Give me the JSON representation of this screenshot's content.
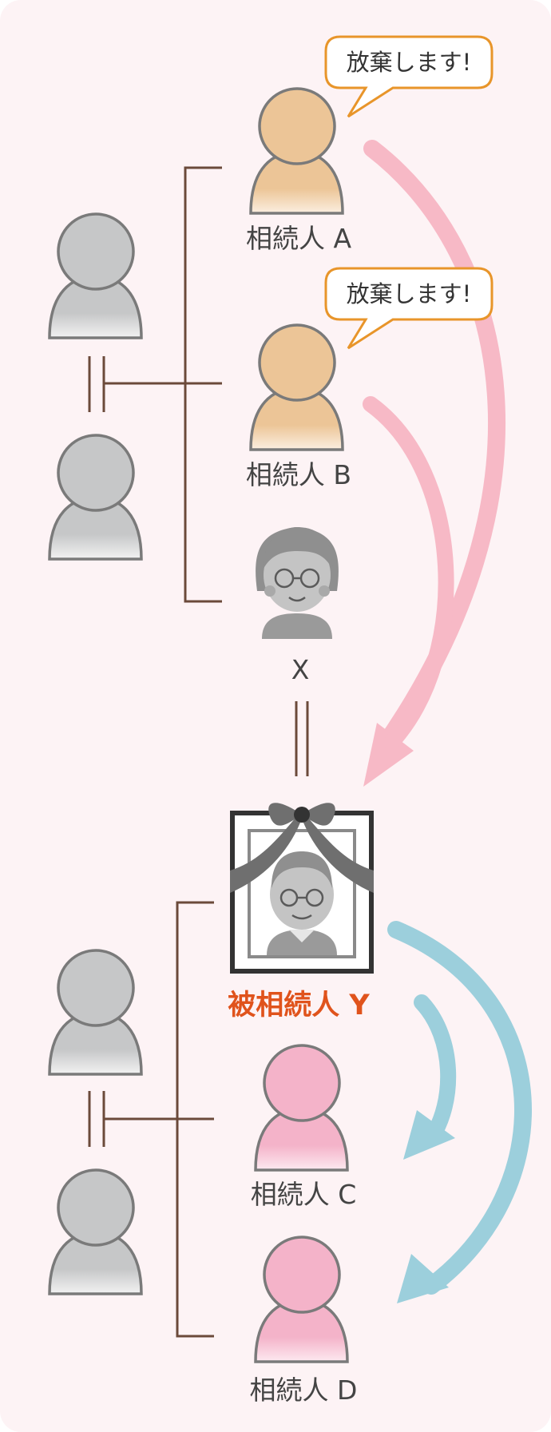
{
  "labels": {
    "heir_a": "相続人 A",
    "heir_b": "相続人 B",
    "spouse_x": "X",
    "deceased_y": "被相続人 Y",
    "heir_c": "相続人 C",
    "heir_d": "相続人 D"
  },
  "bubbles": {
    "a": "放棄します!",
    "b": "放棄します!"
  },
  "colors": {
    "background": "#fdf3f5",
    "gray_person": "#c6c7c8",
    "person_stroke": "#7a7a7a",
    "orange_person": "#ecc597",
    "pink_person": "#f4b3c9",
    "tree_line": "#6b4a3a",
    "pink_arrow": "#f7b9c6",
    "blue_arrow": "#9ccfdc",
    "bubble_border": "#e8952a",
    "deceased_label": "#e0531c"
  }
}
